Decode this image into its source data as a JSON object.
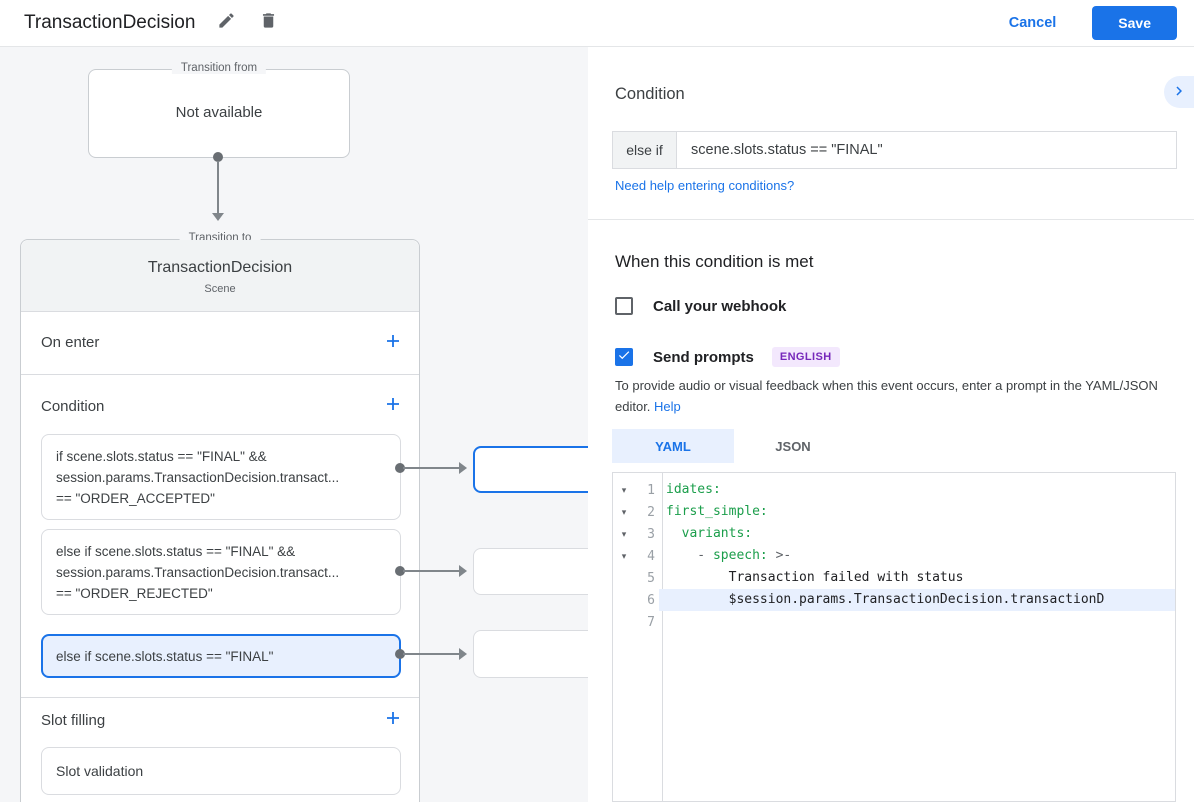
{
  "colors": {
    "accent": "#1a73e8",
    "selected_bg": "#e8f0fe",
    "yaml_key_green": "#1b9e4b",
    "badge_purple_text": "#7627ba",
    "badge_purple_bg": "#f3e8fd"
  },
  "header": {
    "title": "TransactionDecision",
    "cancel_label": "Cancel",
    "save_label": "Save"
  },
  "diagram": {
    "transition_from": {
      "legend": "Transition from",
      "value": "Not available"
    },
    "transition_to": {
      "legend": "Transition to",
      "title": "TransactionDecision",
      "subtitle": "Scene"
    },
    "sections": {
      "on_enter": "On enter",
      "condition": "Condition",
      "slot_filling": "Slot filling"
    },
    "conditions": [
      {
        "lines": [
          "if scene.slots.status == \"FINAL\" &&",
          "session.params.TransactionDecision.transact...",
          "== \"ORDER_ACCEPTED\""
        ]
      },
      {
        "lines": [
          "else if scene.slots.status == \"FINAL\" &&",
          "session.params.TransactionDecision.transact...",
          "== \"ORDER_REJECTED\""
        ]
      },
      {
        "lines": [
          "else if scene.slots.status == \"FINAL\""
        ],
        "selected": true
      }
    ],
    "slot_validation": "Slot validation"
  },
  "panel": {
    "title": "Condition",
    "condition_prefix": "else if",
    "condition_value": "scene.slots.status == \"FINAL\"",
    "help_link": "Need help entering conditions?",
    "when_met_title": "When this condition is met",
    "webhook_label": "Call your webhook",
    "send_prompts_label": "Send prompts",
    "language_badge": "ENGLISH",
    "helper_text_before": "To provide audio or visual feedback when this event occurs, enter a prompt in the YAML/JSON editor. ",
    "helper_link": "Help",
    "tabs": [
      {
        "label": "YAML",
        "active": true
      },
      {
        "label": "JSON",
        "active": false
      }
    ],
    "editor": {
      "lines": [
        {
          "num": "1",
          "fold": "▾",
          "segments": [
            {
              "t": "idates:",
              "c": "key"
            }
          ]
        },
        {
          "num": "2",
          "fold": "▾",
          "segments": [
            {
              "t": "first_simple:",
              "c": "key"
            }
          ]
        },
        {
          "num": "3",
          "fold": "▾",
          "segments": [
            {
              "t": "  variants:",
              "c": "key"
            }
          ]
        },
        {
          "num": "4",
          "fold": "▾",
          "segments": [
            {
              "t": "    - ",
              "c": "plain"
            },
            {
              "t": "speech:",
              "c": "key"
            },
            {
              "t": " >-",
              "c": "plain"
            }
          ]
        },
        {
          "num": "5",
          "fold": "",
          "segments": [
            {
              "t": "        Transaction failed with status",
              "c": "text"
            }
          ]
        },
        {
          "num": "6",
          "fold": "",
          "highlight": true,
          "segments": [
            {
              "t": "        $session.params.TransactionDecision.transactionD",
              "c": "text"
            }
          ]
        },
        {
          "num": "7",
          "fold": "",
          "segments": []
        }
      ]
    }
  }
}
